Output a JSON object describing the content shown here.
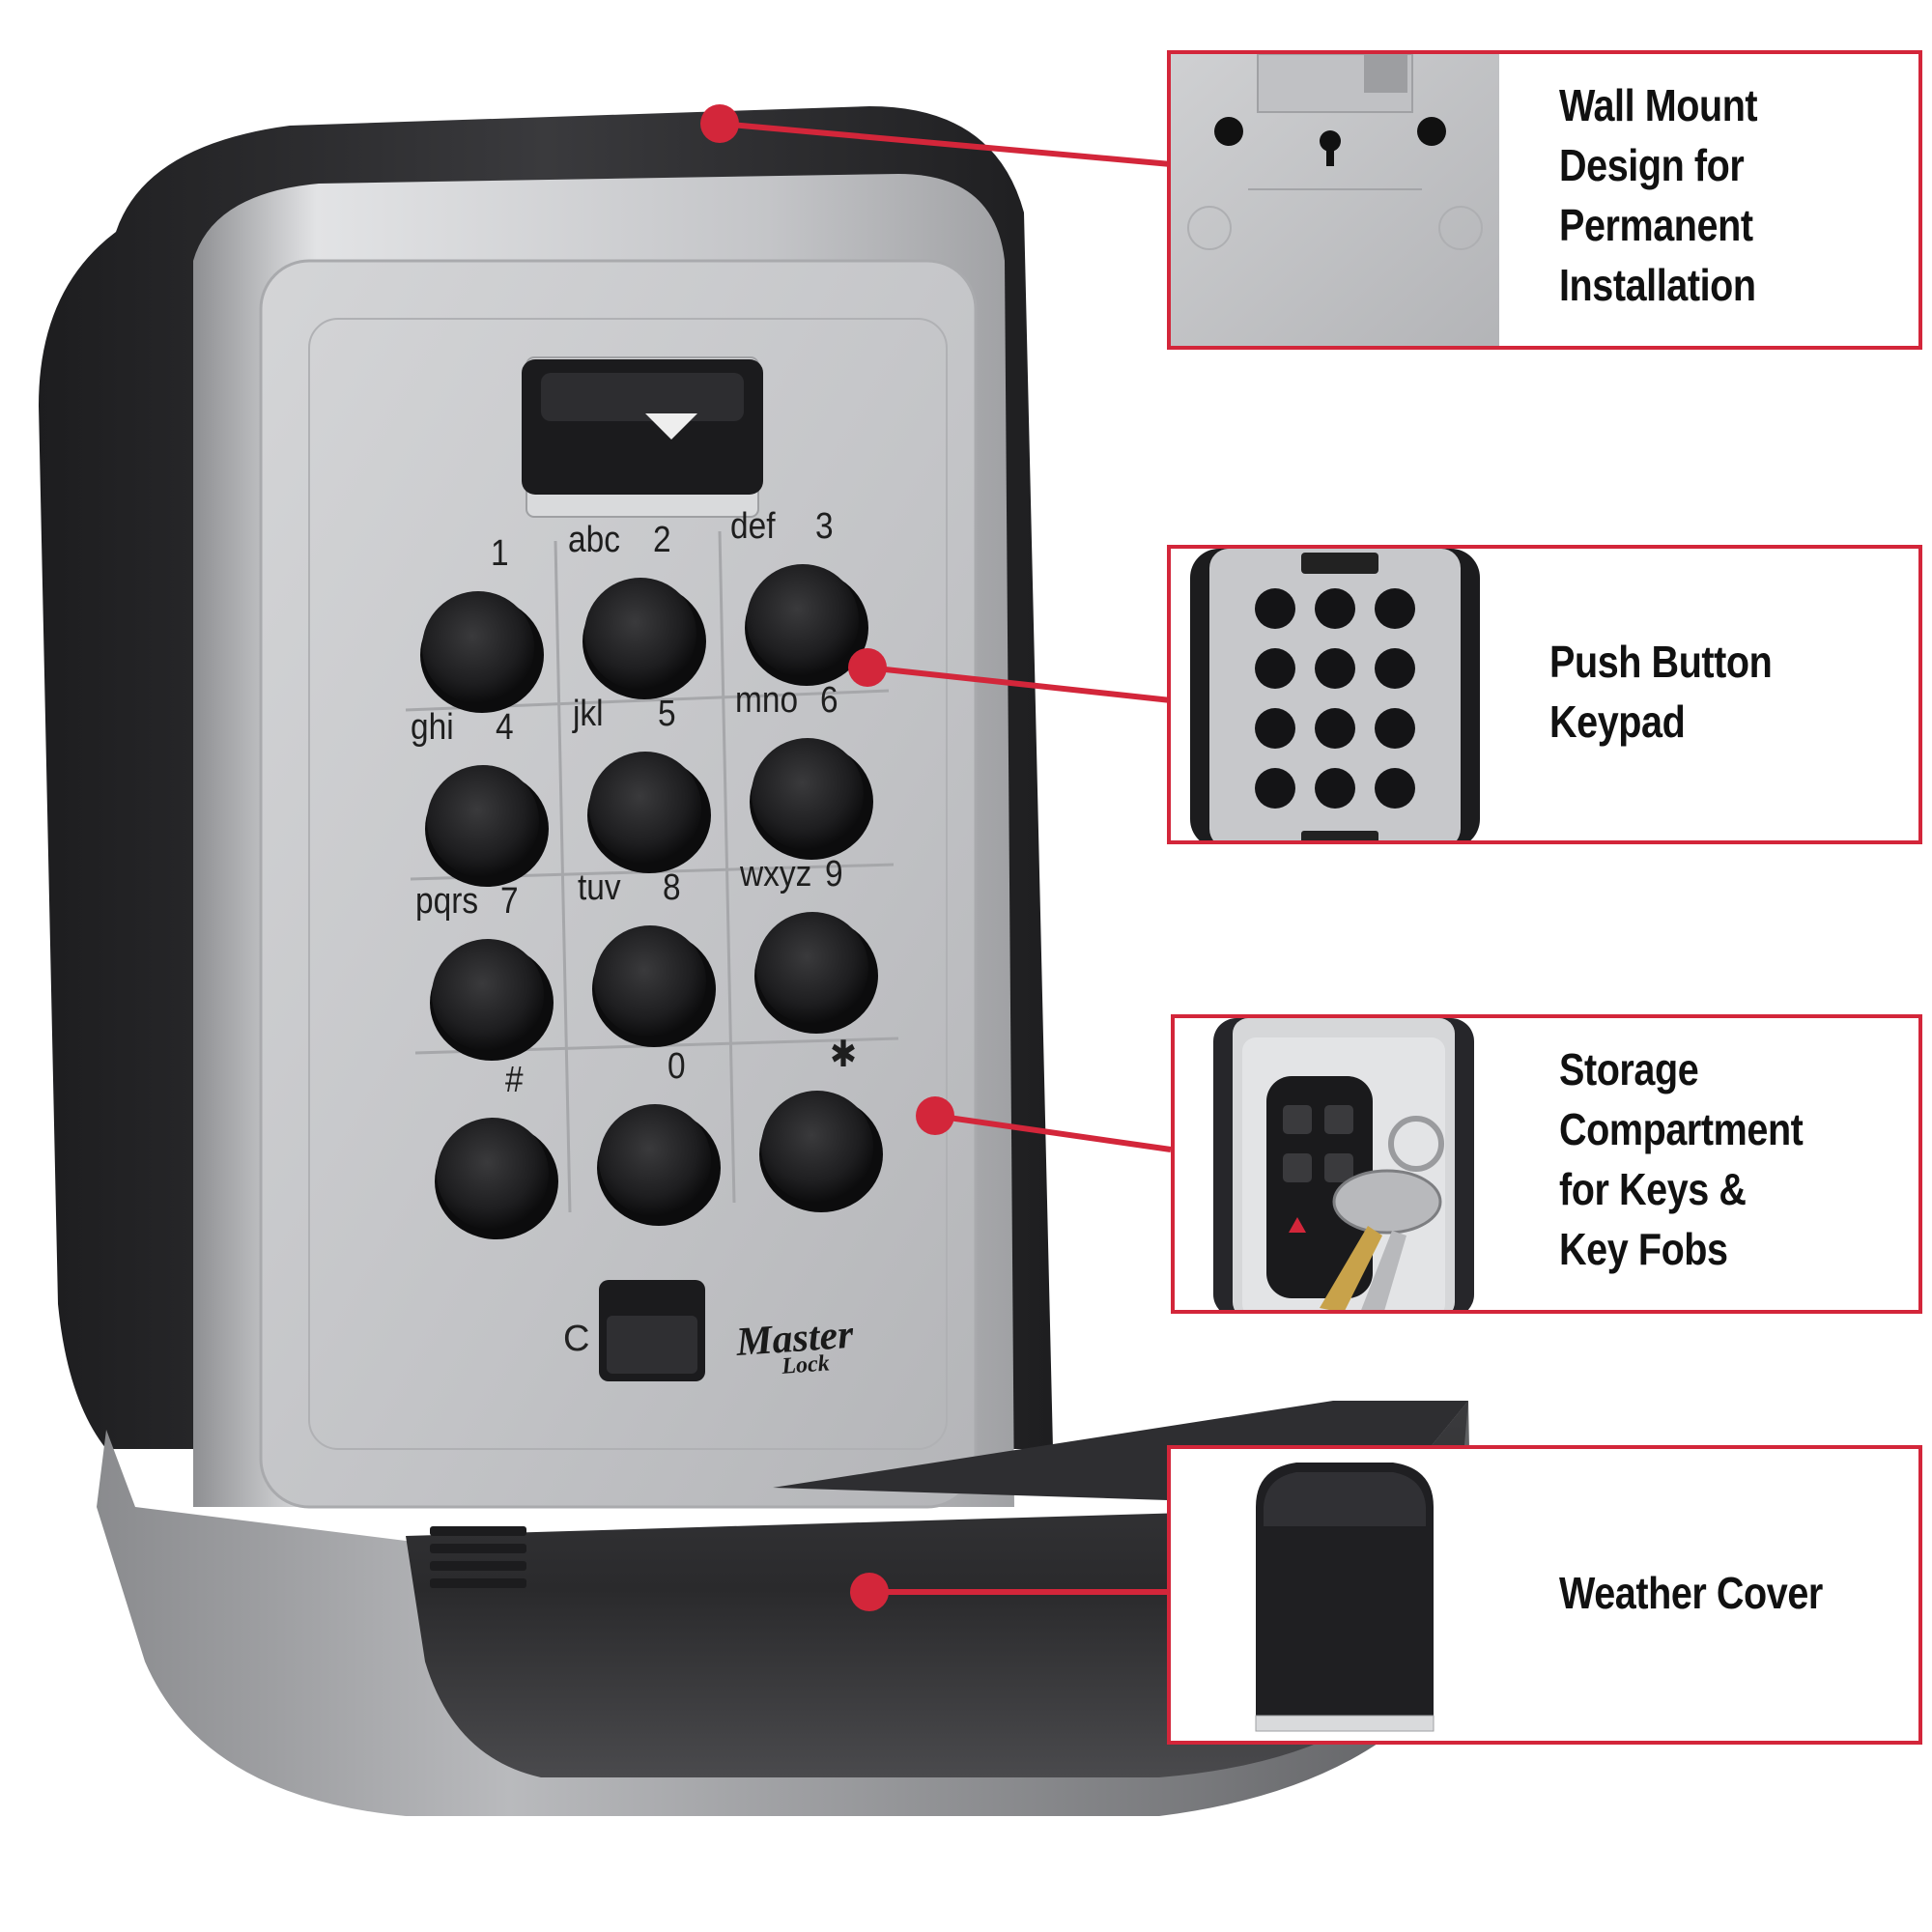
{
  "brand": {
    "name": "Master",
    "sub": "Lock"
  },
  "colors": {
    "accent": "#d3263a",
    "housing_dark": "#2b2b2d",
    "faceplate_silver": "#c9cacc",
    "button_black": "#1c1c1e",
    "label_text": "#111111"
  },
  "keypad": {
    "keys": [
      {
        "letters": "",
        "digit": "1"
      },
      {
        "letters": "abc",
        "digit": "2"
      },
      {
        "letters": "def",
        "digit": "3"
      },
      {
        "letters": "ghi",
        "digit": "4"
      },
      {
        "letters": "jkl",
        "digit": "5"
      },
      {
        "letters": "mno",
        "digit": "6"
      },
      {
        "letters": "pqrs",
        "digit": "7"
      },
      {
        "letters": "tuv",
        "digit": "8"
      },
      {
        "letters": "wxyz",
        "digit": "9"
      },
      {
        "letters": "",
        "digit": "#"
      },
      {
        "letters": "",
        "digit": "0"
      },
      {
        "letters": "",
        "digit": "✱"
      }
    ],
    "clear_label": "C"
  },
  "callouts": [
    {
      "lines": [
        "Wall Mount",
        "Design for",
        "Permanent",
        "Installation"
      ],
      "photo_icon": "wall-mount-bracket"
    },
    {
      "lines": [
        "Push Button",
        "Keypad"
      ],
      "photo_icon": "keypad-closeup"
    },
    {
      "lines": [
        "Storage",
        "Compartment",
        "for Keys &",
        "Key Fobs"
      ],
      "photo_icon": "keys-and-fob"
    },
    {
      "lines": [
        "Weather Cover"
      ],
      "photo_icon": "weather-cover"
    }
  ]
}
